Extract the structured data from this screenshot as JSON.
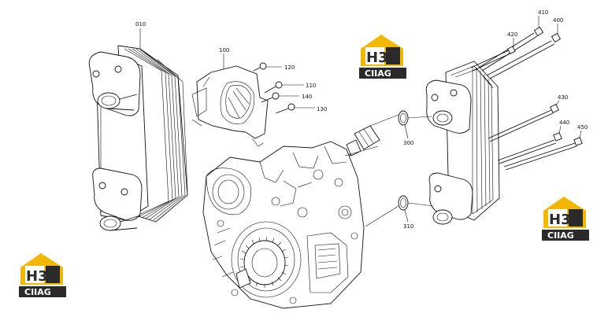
{
  "diagram": {
    "callouts": [
      {
        "id": "c010",
        "text": "010"
      },
      {
        "id": "c100",
        "text": "100"
      },
      {
        "id": "c120",
        "text": "120"
      },
      {
        "id": "c110",
        "text": "110"
      },
      {
        "id": "c140",
        "text": "140"
      },
      {
        "id": "c130",
        "text": "130"
      },
      {
        "id": "c300",
        "text": "300"
      },
      {
        "id": "c310",
        "text": "310"
      },
      {
        "id": "c410",
        "text": "410"
      },
      {
        "id": "c400",
        "text": "400"
      },
      {
        "id": "c420",
        "text": "420"
      },
      {
        "id": "c430",
        "text": "430"
      },
      {
        "id": "c440",
        "text": "440"
      },
      {
        "id": "c450",
        "text": "450"
      }
    ]
  },
  "watermark": {
    "mark": "H3",
    "name": "CIIAG",
    "accent_color": "#f2b800",
    "dark_color": "#2a2a2a"
  }
}
